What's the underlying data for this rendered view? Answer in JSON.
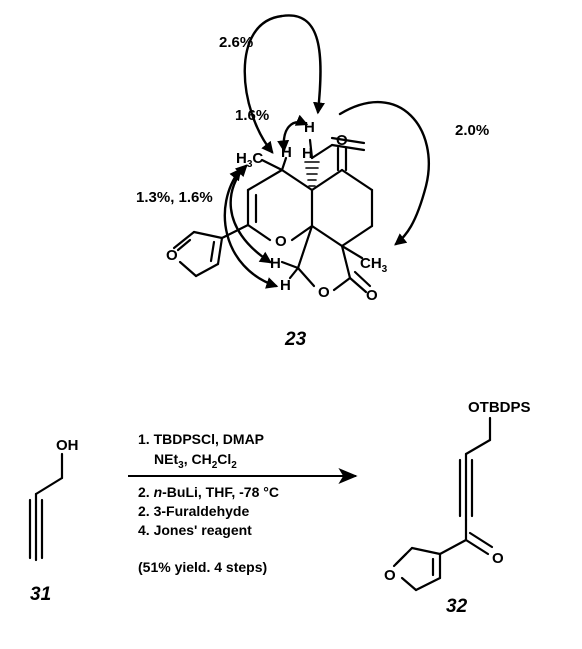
{
  "noe": {
    "label_a": "2.6%",
    "label_b": "1.6%",
    "label_c": "2.0%",
    "label_d": "1.3%, 1.6%"
  },
  "compound23": {
    "number": "23",
    "atoms": {
      "h_top": "H",
      "h_mid": "H",
      "h_ring": "H",
      "h3c": "H",
      "h3c_sub": "3",
      "h3c_c": "C",
      "o_ketone": "O",
      "o_pyran": "O",
      "o_furan": "O",
      "h_ch2_a": "H",
      "h_ch2_b": "H",
      "o_lactone": "O",
      "o_carbonyl": "O",
      "ch3_c": "CH",
      "ch3_sub": "3"
    }
  },
  "compound31": {
    "number": "31",
    "oh": "OH"
  },
  "compound32": {
    "number": "32",
    "otbdps": "OTBDPS",
    "o_ketone": "O",
    "o_furan": "O"
  },
  "conditions": {
    "step1": "1. TBDPSCl, DMAP",
    "step1b_a": "NEt",
    "step1b_sub1": "3",
    "step1b_b": ", CH",
    "step1b_sub2": "2",
    "step1b_c": "Cl",
    "step1b_sub3": "2",
    "step2_prefix": "2. ",
    "step2_n": "n",
    "step2_rest": "-BuLi, THF, -78 °C",
    "step3": "2. 3-Furaldehyde",
    "step4": "4. Jones' reagent",
    "yield": "(51% yield. 4 steps)"
  }
}
